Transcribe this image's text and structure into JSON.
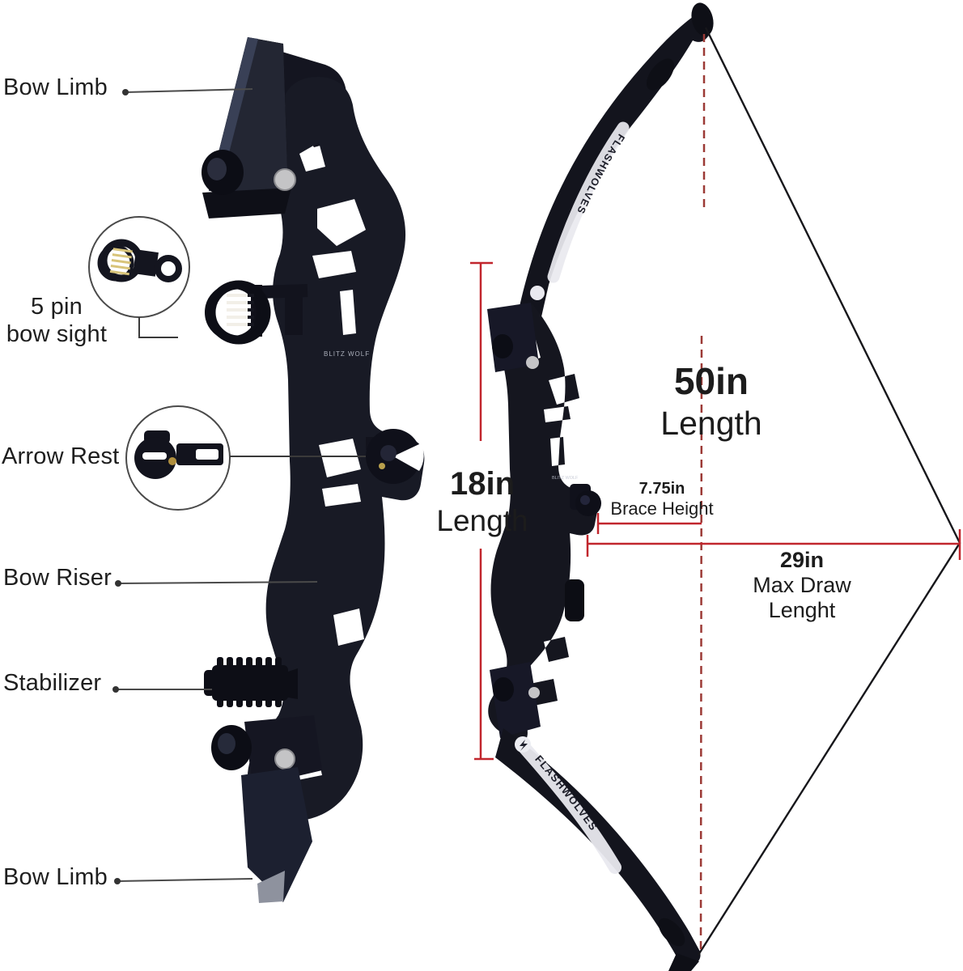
{
  "colors": {
    "background": "#ffffff",
    "measure_red": "#c1262d",
    "dashed_red": "#9c3a36",
    "bow_black": "#14151e",
    "label_text": "#1e1e1e"
  },
  "part_labels": {
    "bow_limb_top": "Bow Limb",
    "bow_sight_line1": "5 pin",
    "bow_sight_line2": "bow sight",
    "arrow_rest": "Arrow Rest",
    "bow_riser": "Bow Riser",
    "stabilizer": "Stabilizer",
    "bow_limb_bottom": "Bow Limb"
  },
  "measurements": {
    "riser": {
      "value": "18in",
      "label": "Length"
    },
    "bow": {
      "value": "50in",
      "label": "Length"
    },
    "brace": {
      "value": "7.75in",
      "label": "Brace Height"
    },
    "draw": {
      "value": "29in",
      "label": "Max Draw Lenght"
    }
  },
  "branding": {
    "limb_text": "FLASHWOLVES",
    "riser_marking": "BLITZ WOLF"
  }
}
